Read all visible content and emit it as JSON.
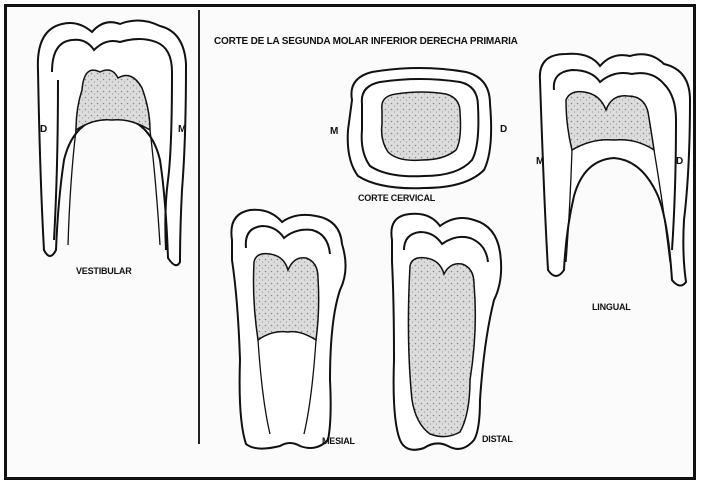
{
  "title": "CORTE DE LA SEGUNDA MOLAR INFERIOR DERECHA PRIMARIA",
  "views": {
    "vestibular": {
      "label": "VESTIBULAR",
      "left_side": "D",
      "right_side": "M"
    },
    "cervical": {
      "label": "CORTE CERVICAL",
      "left_side": "M",
      "right_side": "D"
    },
    "lingual": {
      "label": "LINGUAL",
      "left_side": "M",
      "right_side": "D"
    },
    "mesial": {
      "label": "MESIAL"
    },
    "distal": {
      "label": "DISTAL"
    }
  },
  "colors": {
    "ink": "#111111",
    "pulp": "#d6d6d6",
    "background": "#ffffff"
  }
}
